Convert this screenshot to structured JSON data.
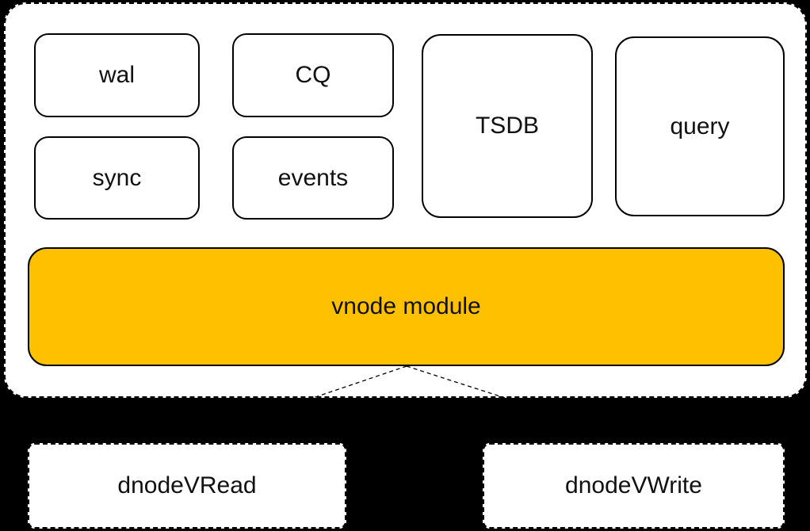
{
  "colors": {
    "accent": "#FFC000",
    "canvas": "#000000",
    "surface": "#FFFFFF",
    "stroke": "#000000"
  },
  "diagram": {
    "container": {
      "modules": [
        {
          "id": "wal",
          "label": "wal"
        },
        {
          "id": "cq",
          "label": "CQ"
        },
        {
          "id": "sync",
          "label": "sync"
        },
        {
          "id": "events",
          "label": "events"
        },
        {
          "id": "tsdb",
          "label": "TSDB"
        },
        {
          "id": "query",
          "label": "query"
        }
      ],
      "vnode_label": "vnode module"
    },
    "dnodes": [
      {
        "id": "dnode-vread",
        "label": "dnodeVRead"
      },
      {
        "id": "dnode-vwrite",
        "label": "dnodeVWrite"
      }
    ]
  }
}
